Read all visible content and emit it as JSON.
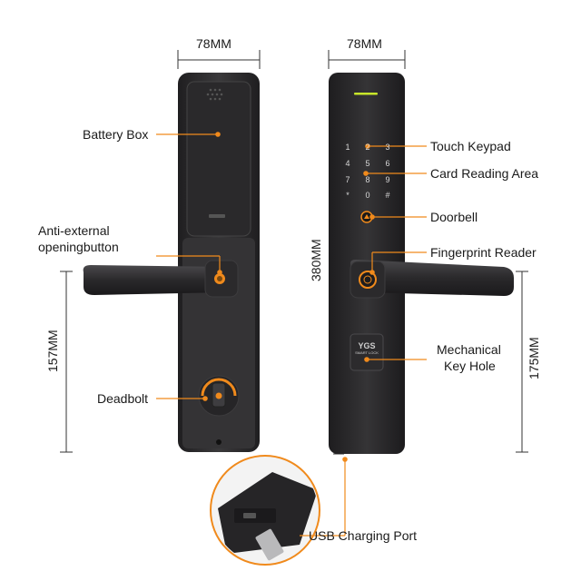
{
  "dimensions": {
    "left_width": "78MM",
    "right_width": "78MM",
    "height_overall": "380MM",
    "left_handle_to_bottom": "157MM",
    "right_handle_to_bottom": "175MM"
  },
  "labels": {
    "battery_box": "Battery Box",
    "anti_external_line1": "Anti-external",
    "anti_external_line2": "openingbutton",
    "deadbolt": "Deadbolt",
    "touch_keypad": "Touch Keypad",
    "card_reading_area": "Card Reading Area",
    "doorbell": "Doorbell",
    "fingerprint_reader": "Fingerprint Reader",
    "mechanical_key_line1": "Mechanical",
    "mechanical_key_line2": "Key Hole",
    "usb_charging_port": "USB Charging Port"
  },
  "keypad": {
    "keys": [
      "1",
      "2",
      "3",
      "4",
      "5",
      "6",
      "7",
      "8",
      "9",
      "*",
      "0",
      "#"
    ]
  },
  "brand": {
    "logo_text": "YGS",
    "logo_subtext": "SMART LOCK"
  },
  "colors": {
    "accent": "#f08a1c",
    "body": "#2b2a2c",
    "indicator": "#c8e62a"
  }
}
